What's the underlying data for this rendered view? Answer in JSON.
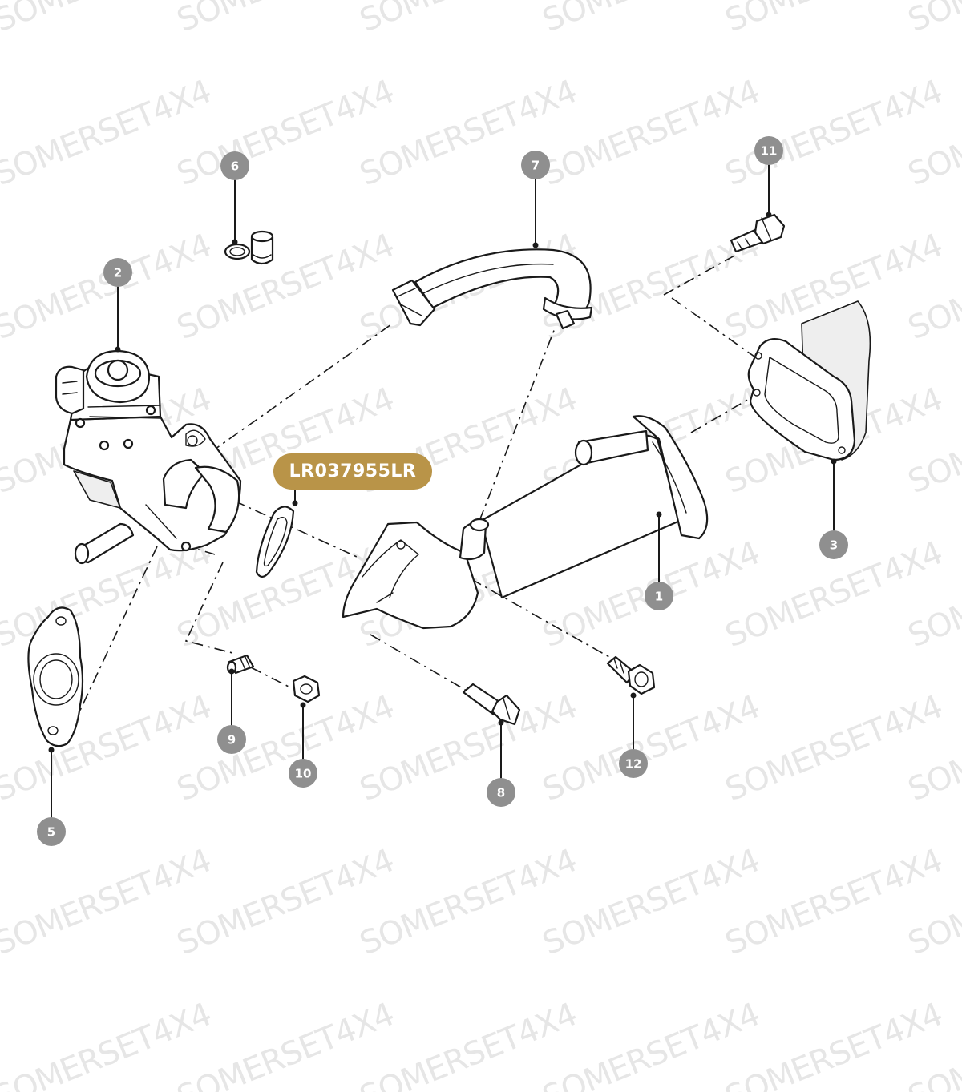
{
  "watermark": {
    "text": "SOMERSET4X4",
    "color": "#e6e6e6"
  },
  "highlight": {
    "part_number": "LR037955LR",
    "color": "#b99448"
  },
  "callouts": [
    {
      "id": "1",
      "label": "1"
    },
    {
      "id": "2",
      "label": "2"
    },
    {
      "id": "3",
      "label": "3"
    },
    {
      "id": "5",
      "label": "5"
    },
    {
      "id": "6",
      "label": "6"
    },
    {
      "id": "7",
      "label": "7"
    },
    {
      "id": "8",
      "label": "8"
    },
    {
      "id": "9",
      "label": "9"
    },
    {
      "id": "10",
      "label": "10"
    },
    {
      "id": "11",
      "label": "11"
    },
    {
      "id": "12",
      "label": "12"
    }
  ],
  "callout_color": "#8f8f8f"
}
